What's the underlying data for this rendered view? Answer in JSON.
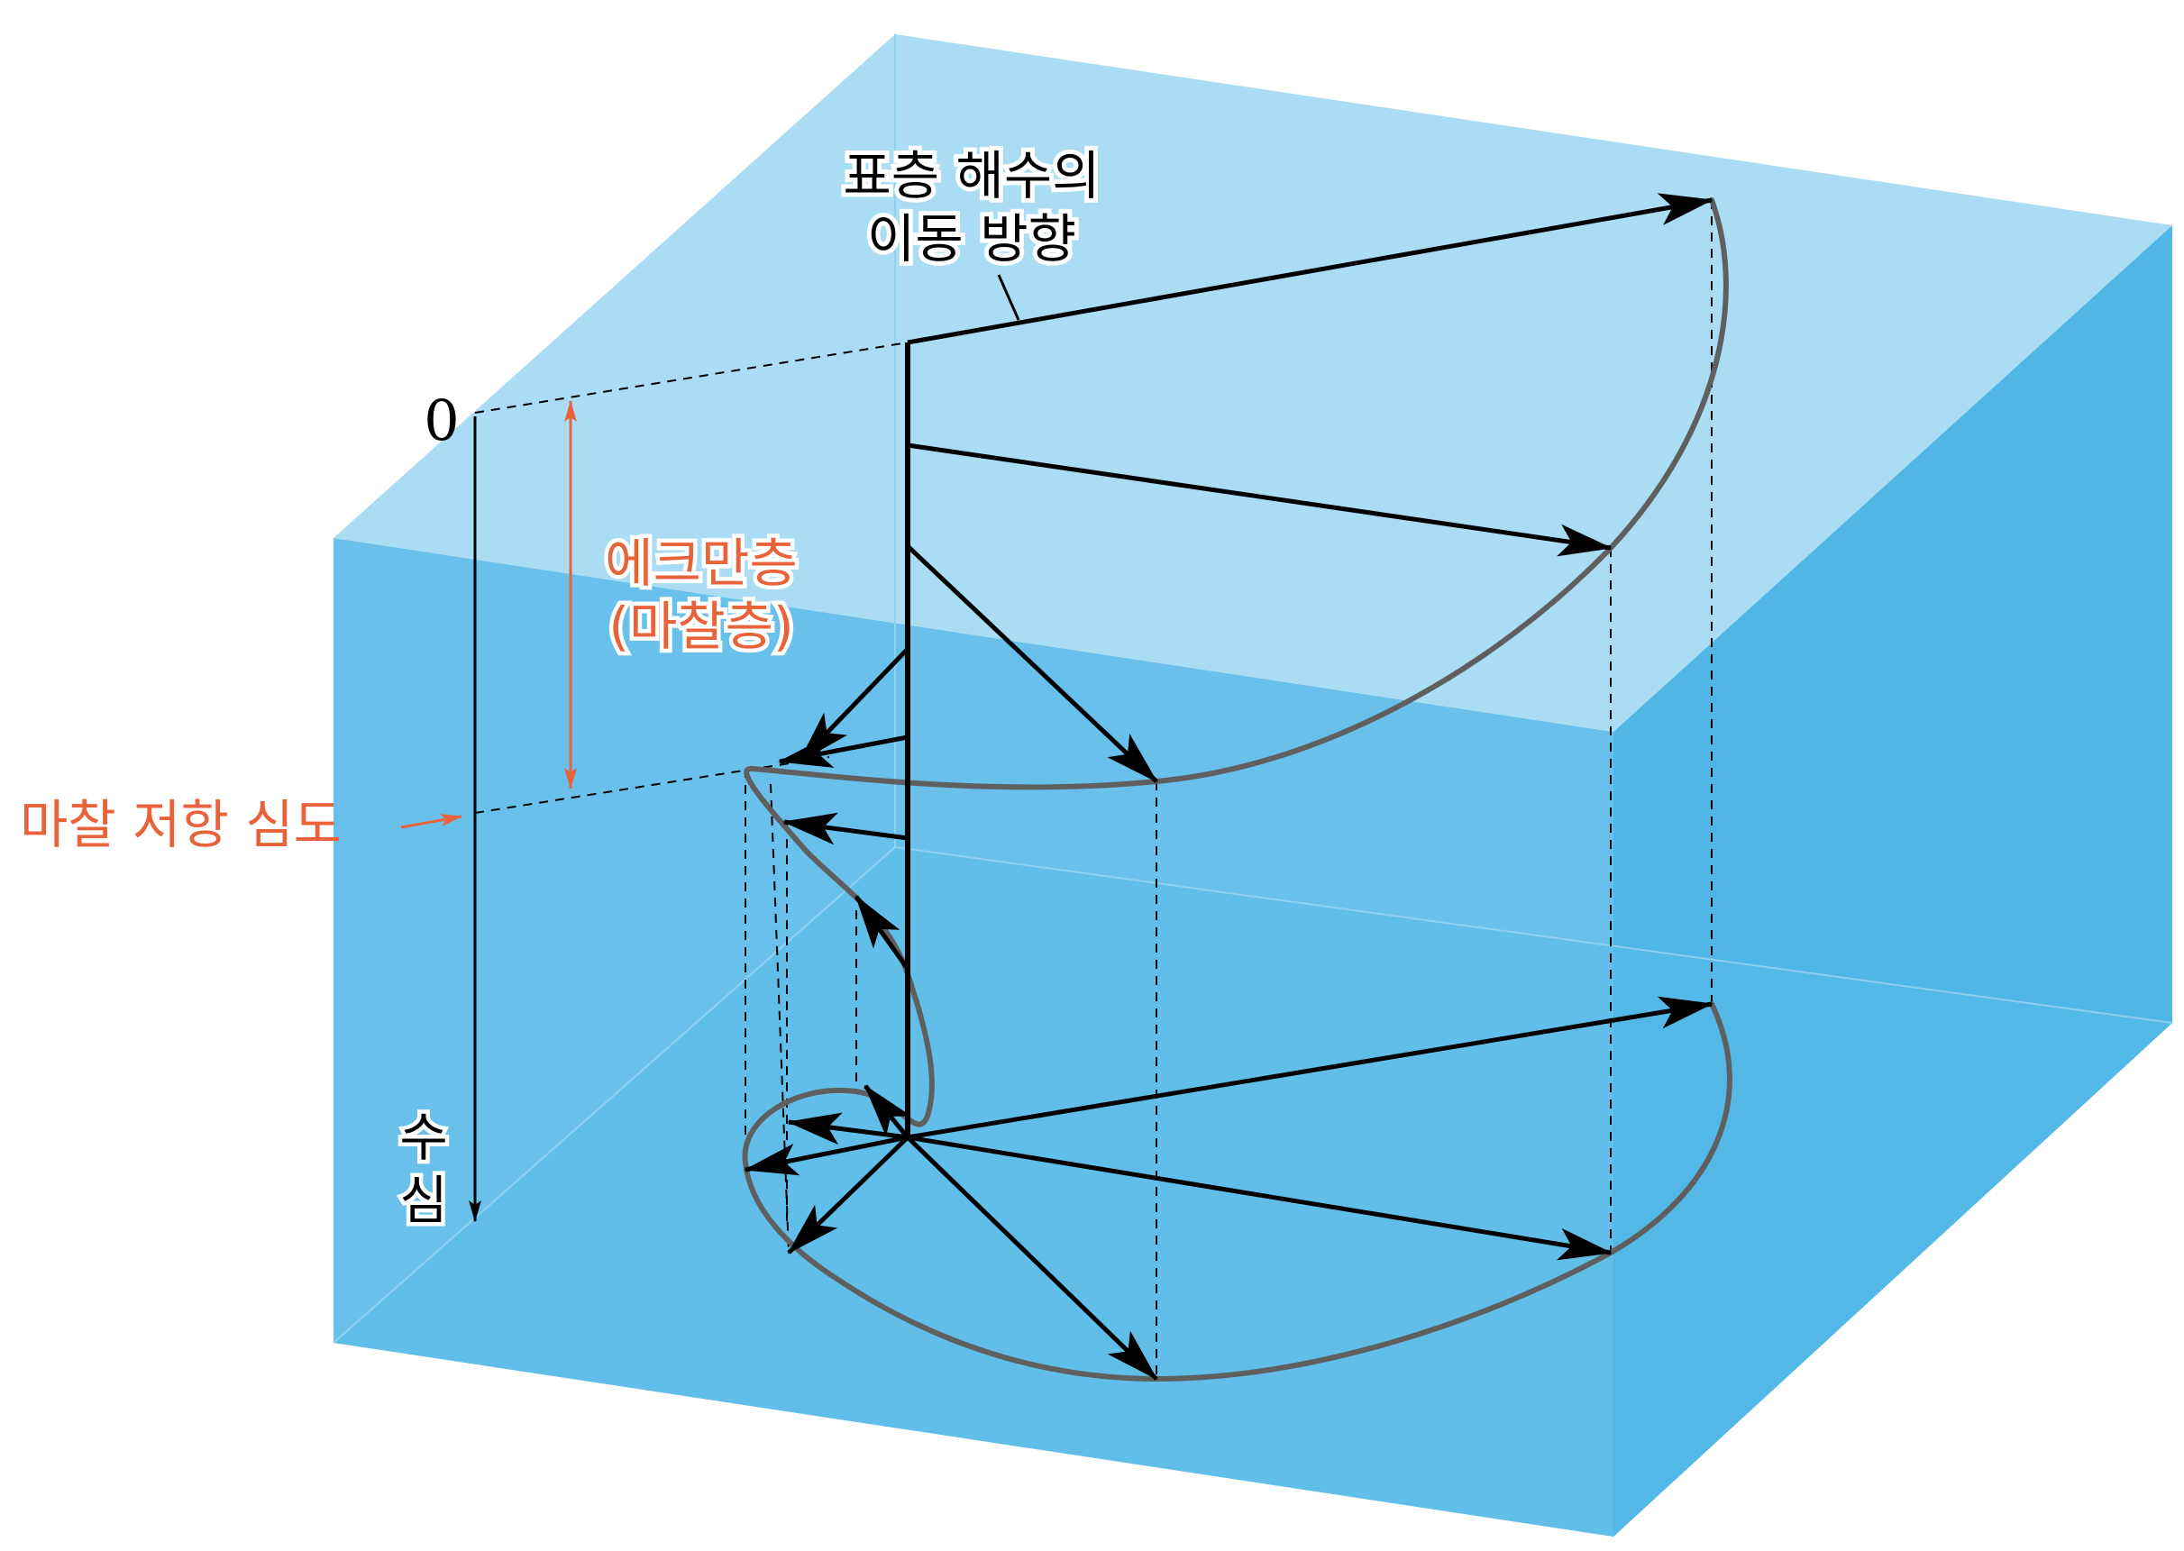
{
  "labels": {
    "surface_flow_line1": "표층 해수의",
    "surface_flow_line2": "이동 방향",
    "depth_zero": "0",
    "ekman_line1": "에크만층",
    "ekman_line2": "(마찰층)",
    "friction_depth": "마찰 저항 심도",
    "water_depth_line1": "수",
    "water_depth_line2": "심"
  },
  "colors": {
    "top_face": "#aadcf3",
    "front_face": "#69c1eb",
    "side_face": "#4fb6e6",
    "accent": "#e8623a",
    "curve": "#5f5f5f",
    "arrow": "#000000"
  }
}
